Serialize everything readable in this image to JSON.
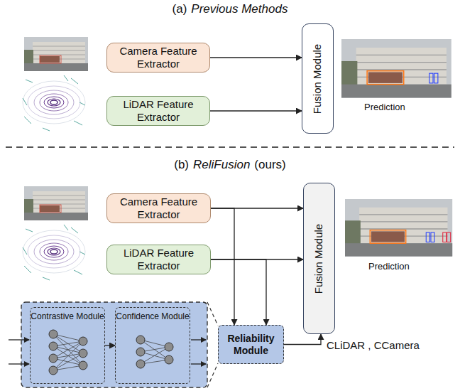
{
  "diagram": {
    "nodes": [
      {
        "text": [
          "Camera Feature Extractor"
        ]
      },
      {
        "text": [
          "LiDAR Feature Extractor"
        ]
      },
      {
        "text": [
          "Fusion Module"
        ]
      },
      {
        "text": [
          "Camera Feature Extractor"
        ]
      },
      {
        "text": [
          "LiDAR Feature Extractor"
        ]
      },
      {
        "text": [
          "Fusion Module"
        ]
      },
      {
        "text": [
          "Contrastive Module"
        ]
      },
      {
        "text": [
          "Confidence Module"
        ]
      },
      {
        "text": [
          "Reliability Module"
        ]
      }
    ],
    "edges": [
      {
        "from": 0,
        "to": 2,
        "arrow": "to"
      },
      {
        "from": 1,
        "to": 2,
        "arrow": "to"
      },
      {
        "from": 3,
        "to": 5,
        "arrow": "to"
      },
      {
        "from": 4,
        "to": 5,
        "arrow": "to"
      },
      {
        "from": 3,
        "to": 8,
        "arrow": "to"
      },
      {
        "from": 4,
        "to": 8,
        "arrow": "to"
      },
      {
        "from": 6,
        "to": 7,
        "arrow": "to"
      },
      {
        "from": 8,
        "to": 5,
        "label": "CLiDAR , CCamera",
        "arrow": "to"
      }
    ],
    "labels": [
      "(a)",
      "Previous Methods",
      "Prediction",
      "(b)",
      "ReliFusion",
      "(ours)",
      "Prediction"
    ]
  }
}
